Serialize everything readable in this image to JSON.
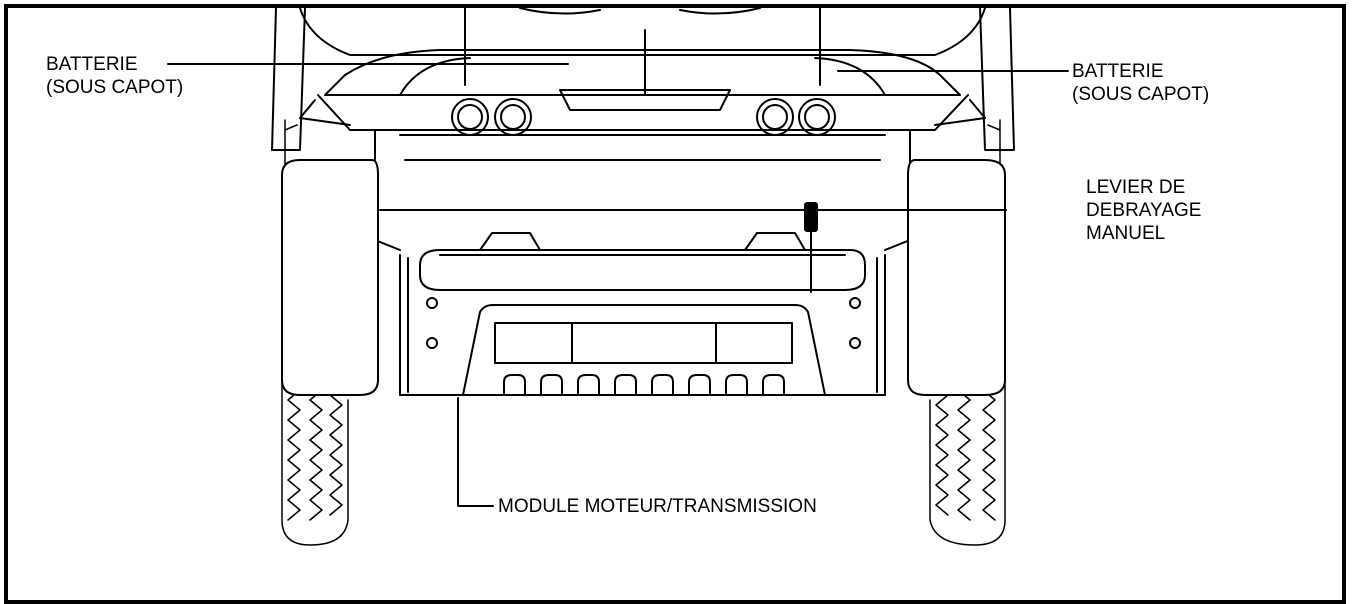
{
  "labels": {
    "battery_left": {
      "line1": "BATTERIE",
      "line2": "(SOUS CAPOT)"
    },
    "battery_right": {
      "line1": "BATTERIE",
      "line2": "(SOUS CAPOT)"
    },
    "release_lever": {
      "line1": "LEVIER DE",
      "line2": "DEBRAYAGE",
      "line3": "MANUEL"
    },
    "motor_module": {
      "line1": "MODULE MOTEUR/TRANSMISSION"
    }
  }
}
